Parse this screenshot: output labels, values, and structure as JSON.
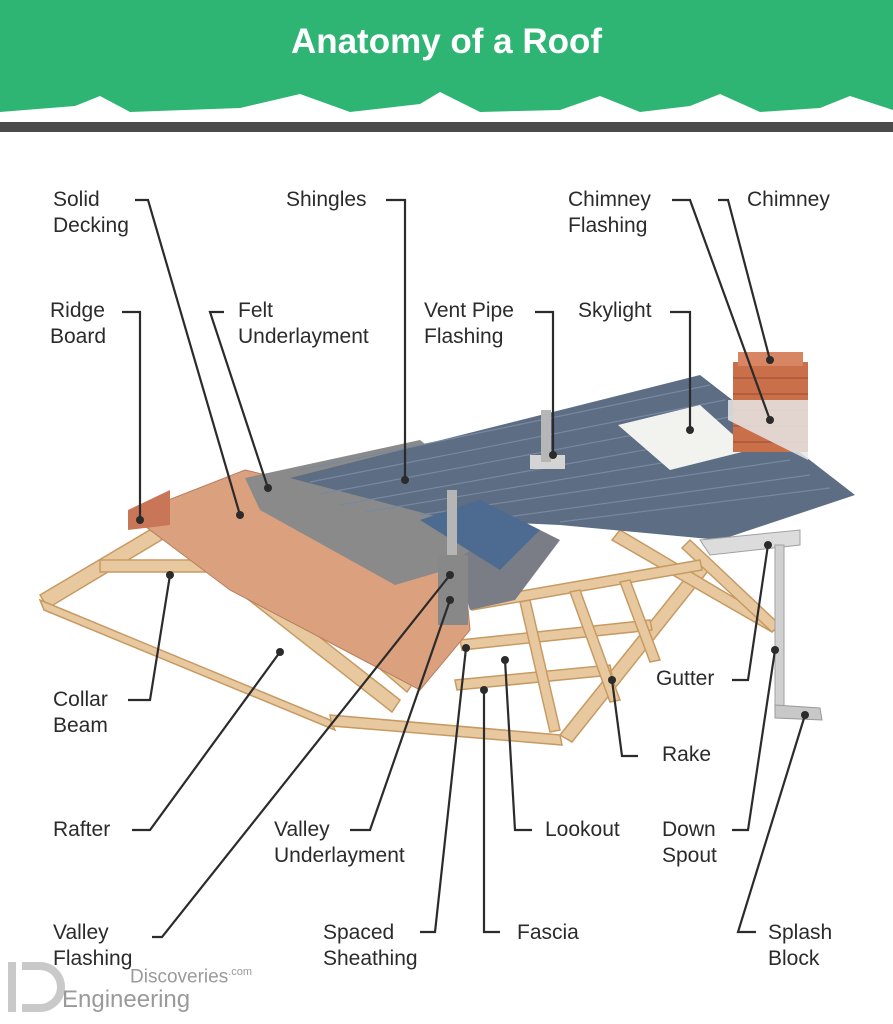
{
  "title": "Anatomy of a Roof",
  "colors": {
    "banner": "#2eb573",
    "band": "#4b4b4b",
    "wood": "#e8c99f",
    "shingle": "#5c6d84",
    "felt": "#8a8a8a",
    "decking": "#dba07e"
  },
  "labels": {
    "solid_decking": {
      "l1": "Solid",
      "l2": "Decking"
    },
    "shingles": "Shingles",
    "chimney_flashing": {
      "l1": "Chimney",
      "l2": "Flashing"
    },
    "chimney": "Chimney",
    "ridge_board": {
      "l1": "Ridge",
      "l2": "Board"
    },
    "felt_underlayment": {
      "l1": "Felt",
      "l2": "Underlayment"
    },
    "vent_pipe_flashing": {
      "l1": "Vent Pipe",
      "l2": "Flashing"
    },
    "skylight": "Skylight",
    "collar_beam": {
      "l1": "Collar",
      "l2": "Beam"
    },
    "gutter": "Gutter",
    "rake": "Rake",
    "rafter": "Rafter",
    "valley_underlayment": {
      "l1": "Valley",
      "l2": "Underlayment"
    },
    "lookout": "Lookout",
    "down_spout": {
      "l1": "Down",
      "l2": "Spout"
    },
    "valley_flashing": {
      "l1": "Valley",
      "l2": "Flashing"
    },
    "spaced_sheathing": {
      "l1": "Spaced",
      "l2": "Sheathing"
    },
    "fascia": "Fascia",
    "splash_block": {
      "l1": "Splash",
      "l2": "Block"
    }
  },
  "watermark": {
    "line1": "Discoveries",
    "line1_suffix": ".com",
    "line2": "Engineering"
  }
}
